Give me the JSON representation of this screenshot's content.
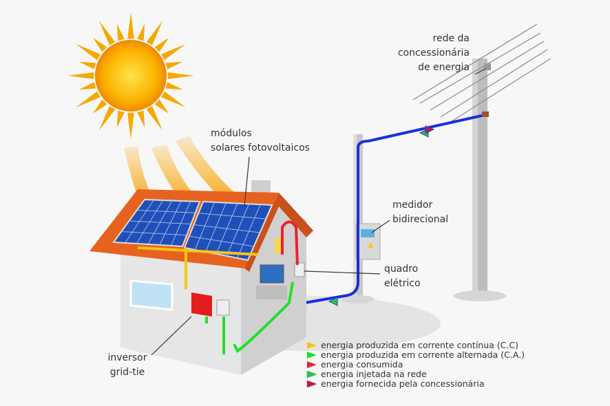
{
  "labels": {
    "grid": [
      "rede da",
      "concessionária",
      "de energia"
    ],
    "modules": [
      "módulos",
      "solares fotovoltaicos"
    ],
    "meter": [
      "medidor",
      "bidirecional"
    ],
    "panel": [
      "quadro",
      "elétrico"
    ],
    "inverter": [
      "inversor",
      "grid-tie"
    ]
  },
  "legend": [
    {
      "label": "energia produzida em corrente contínua (C.C)",
      "color": "#f5c518",
      "edge": "#f5c518"
    },
    {
      "label": "energia produzida em corrente alternada (C.A.)",
      "color": "#22e02a",
      "edge": "#22e02a"
    },
    {
      "label": "energia consumida",
      "color": "#e8232a",
      "edge": "#e8232a"
    },
    {
      "label": "energia injetada na rede",
      "color": "#22c940",
      "edge": "#2a3fd0"
    },
    {
      "label": "energia fornecida pela concessionária",
      "color": "#c0193a",
      "edge": "#2a3fd0"
    }
  ],
  "colors": {
    "roof": "#e8621f",
    "panel": "#1f4fb8",
    "sun": "#f9b100",
    "dc": "#f5c518",
    "ac": "#22e02a",
    "consumed": "#e8232a",
    "grid": "#1a2fd8"
  }
}
